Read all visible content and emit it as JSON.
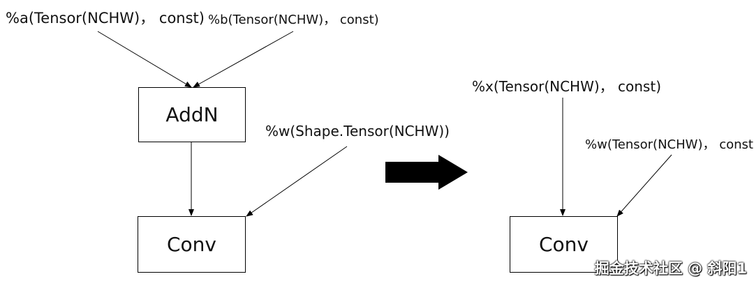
{
  "left_graph": {
    "input_a": "%a(Tensor(NCHW)， const)",
    "input_b": "%b(Tensor(NCHW)， const)",
    "input_w": "%w(Shape.Tensor(NCHW))",
    "node_addn": "AddN",
    "node_conv": "Conv"
  },
  "transform_arrow": "right-arrow-icon",
  "right_graph": {
    "input_x": "%x(Tensor(NCHW)， const)",
    "input_w": "%w(Tensor(NCHW)， const)",
    "node_conv": "Conv"
  },
  "watermark": "掘金技术社区 @ 斜阳1",
  "colors": {
    "stroke": "#000000",
    "text": "#111111",
    "background": "#ffffff"
  }
}
